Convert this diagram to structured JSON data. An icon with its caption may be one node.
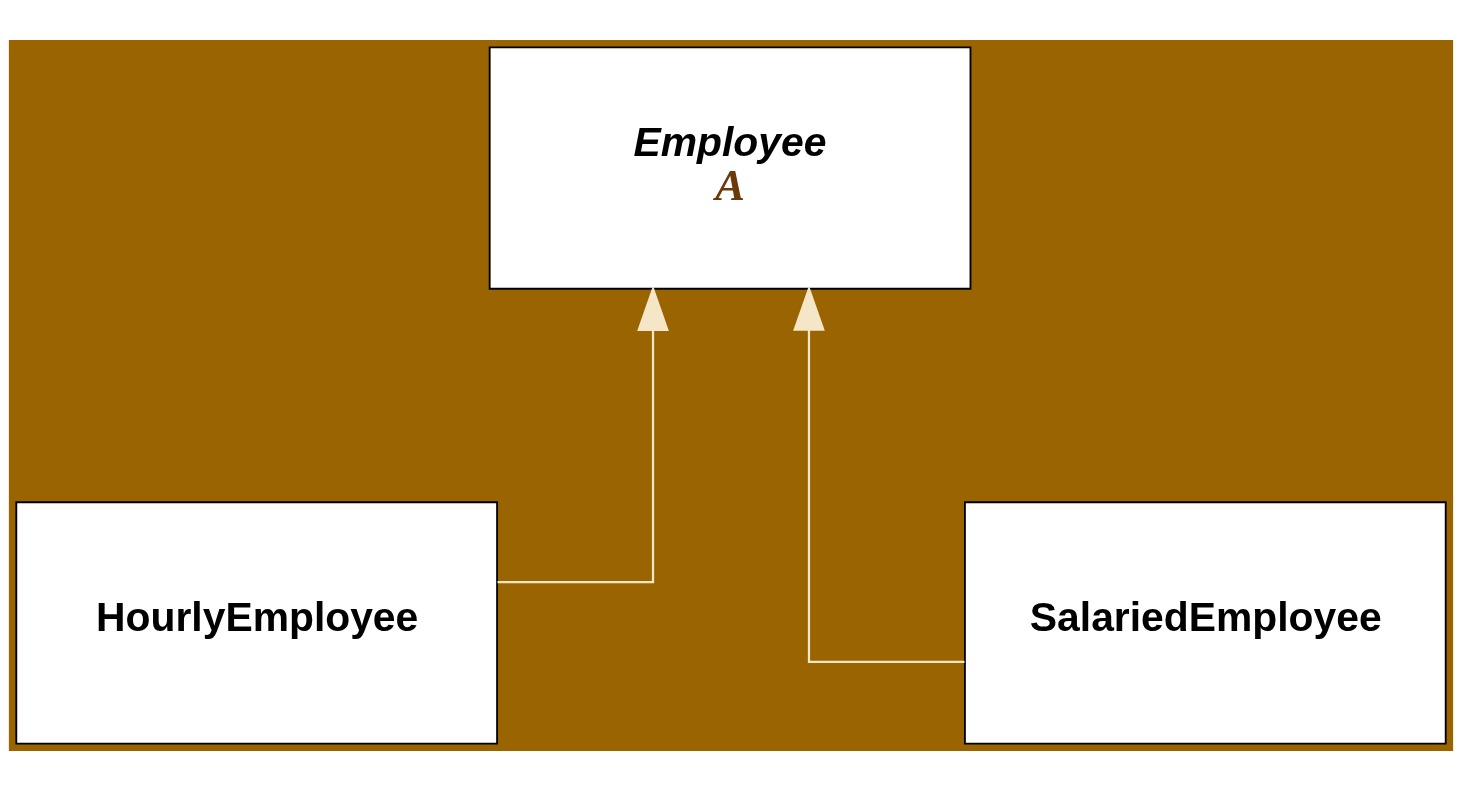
{
  "diagram": {
    "nodes": [
      {
        "text": [
          "Employee",
          "A"
        ]
      },
      {
        "text": [
          "HourlyEmployee"
        ]
      },
      {
        "text": [
          "SalariedEmployee"
        ]
      }
    ],
    "edges": [
      {
        "from": 1,
        "to": 0,
        "arrow": "to"
      },
      {
        "from": 2,
        "to": 0,
        "arrow": "to"
      }
    ]
  }
}
